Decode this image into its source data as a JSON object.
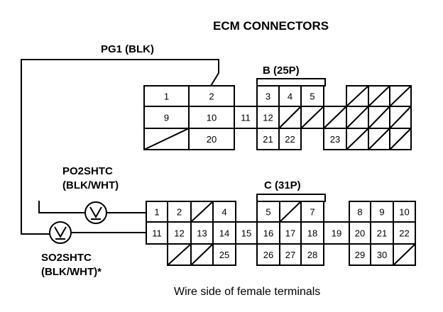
{
  "title": "ECM CONNECTORS",
  "pg1_label": "PG1 (BLK)",
  "connector_b": {
    "label": "B (25P)",
    "pins": [
      "1",
      "2",
      "3",
      "4",
      "5",
      "9",
      "10",
      "11",
      "12",
      "20",
      "21",
      "22",
      "23"
    ]
  },
  "connector_c": {
    "label": "C (31P)",
    "pins": [
      "1",
      "2",
      "4",
      "5",
      "7",
      "8",
      "9",
      "10",
      "11",
      "12",
      "13",
      "14",
      "15",
      "16",
      "17",
      "18",
      "19",
      "20",
      "21",
      "22",
      "25",
      "26",
      "27",
      "28",
      "29",
      "30"
    ]
  },
  "po2shtc": {
    "line1": "PO2SHTC",
    "line2": "(BLK/WHT)"
  },
  "so2shtc": {
    "line1": "SO2SHTC",
    "line2": "(BLK/WHT)*"
  },
  "footer": "Wire side of female terminals"
}
